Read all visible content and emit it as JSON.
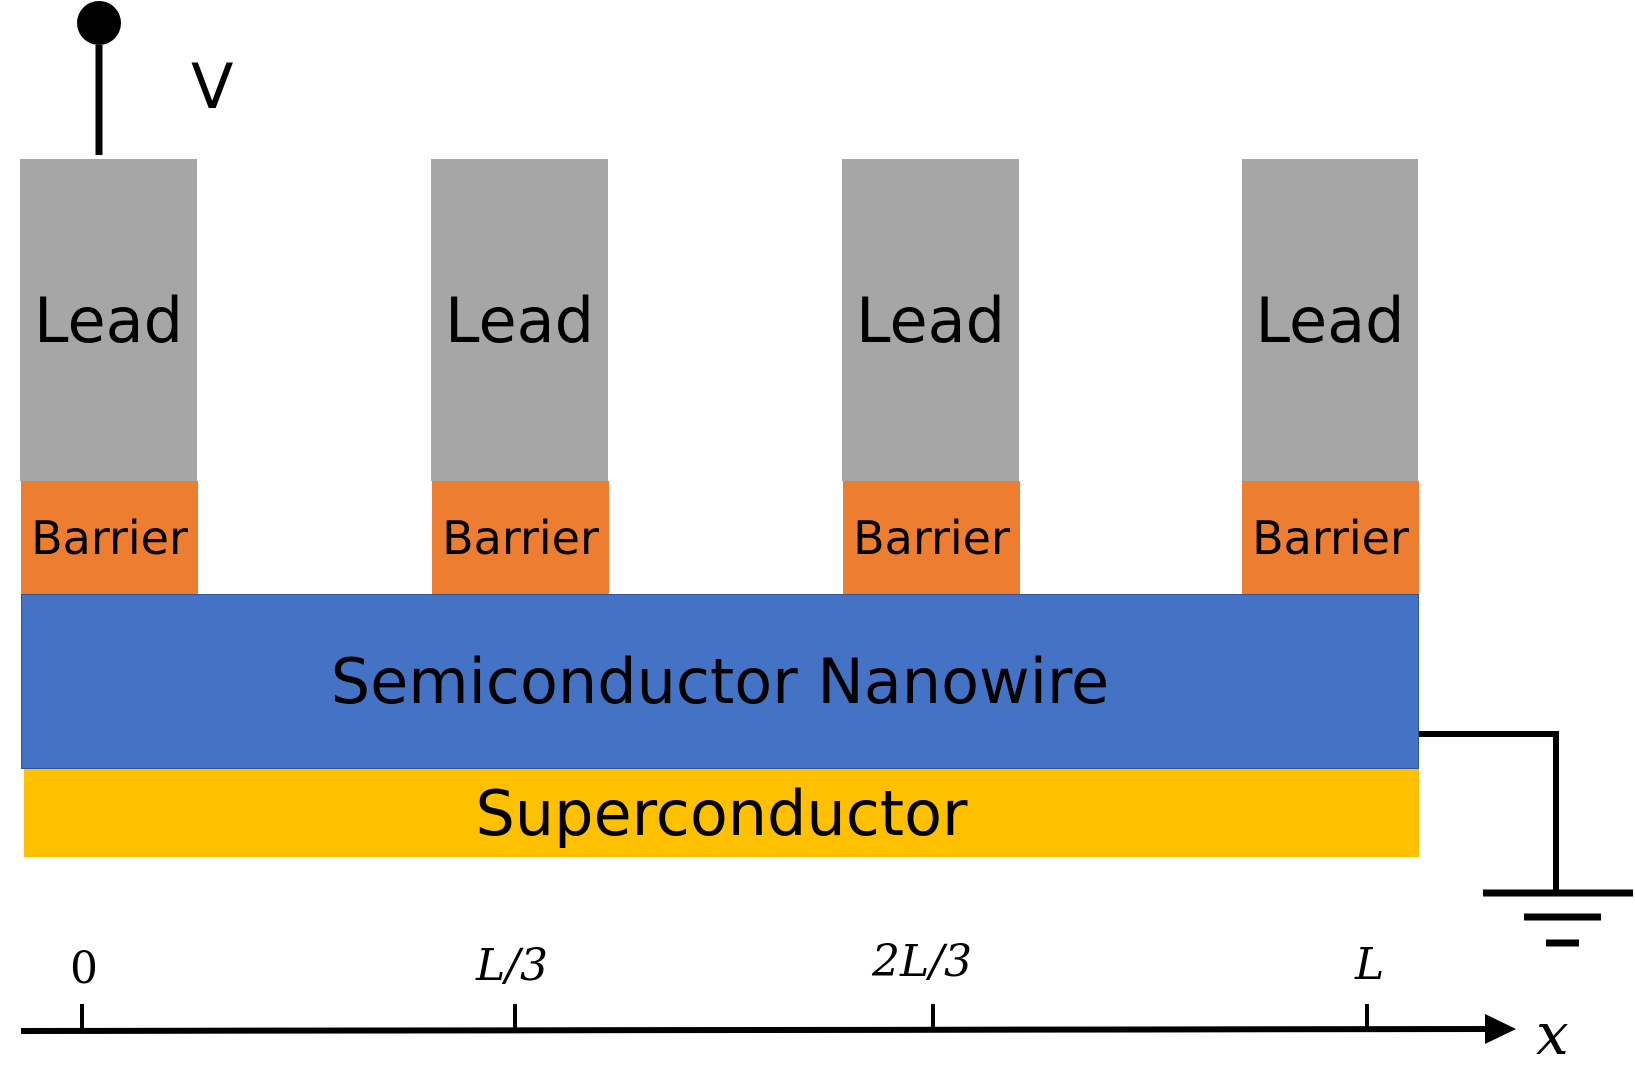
{
  "voltage": {
    "label": "V"
  },
  "leads": [
    {
      "label": "Lead"
    },
    {
      "label": "Lead"
    },
    {
      "label": "Lead"
    },
    {
      "label": "Lead"
    }
  ],
  "barriers": [
    {
      "label": "Barrier"
    },
    {
      "label": "Barrier"
    },
    {
      "label": "Barrier"
    },
    {
      "label": "Barrier"
    }
  ],
  "nanowire": {
    "label": "Semiconductor Nanowire"
  },
  "superconductor": {
    "label": "Superconductor"
  },
  "axis": {
    "ticks": [
      "0",
      "L/3",
      "2L/3",
      "L"
    ],
    "variable": "x"
  },
  "colors": {
    "lead": "#a6a6a6",
    "barrier": "#ed7d31",
    "nanowire": "#4472c4",
    "superconductor": "#ffc000"
  }
}
